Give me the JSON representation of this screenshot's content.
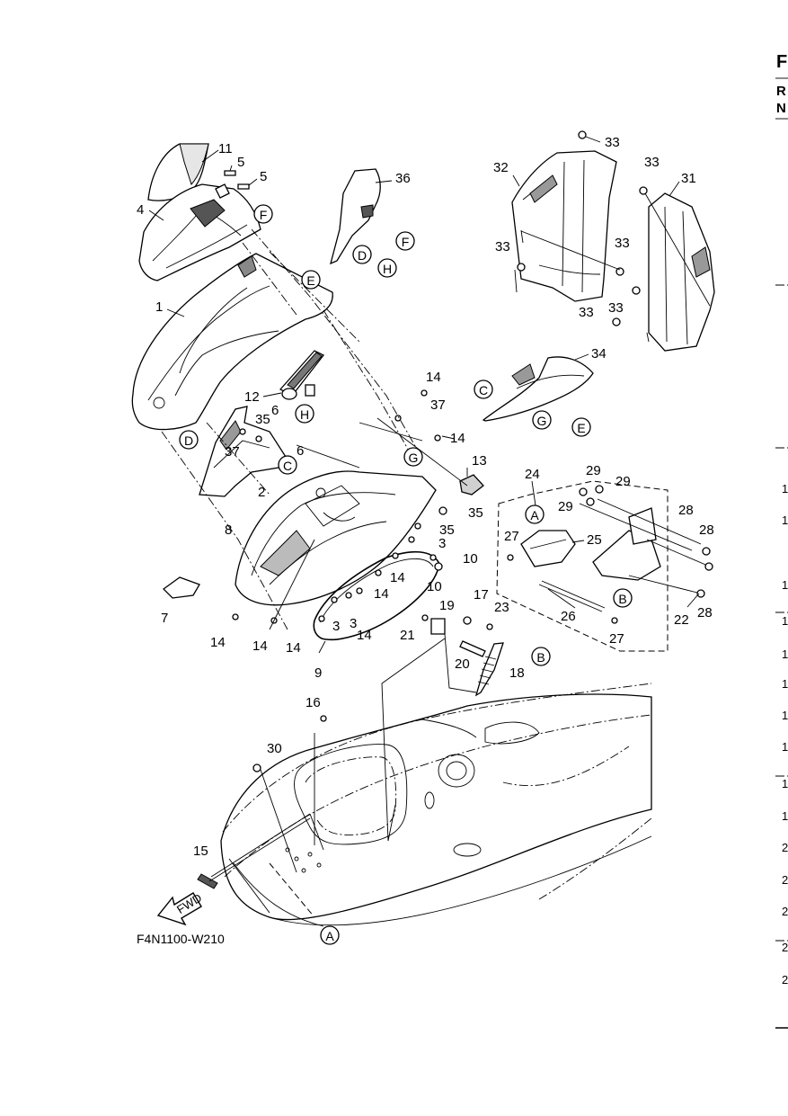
{
  "diagram": {
    "code": "F4N1100-W210",
    "fwd_label": "FWD",
    "labels": [
      {
        "id": "l11",
        "text": "11"
      },
      {
        "id": "l5a",
        "text": "5"
      },
      {
        "id": "l5b",
        "text": "5"
      },
      {
        "id": "l4",
        "text": "4"
      },
      {
        "id": "l36",
        "text": "36"
      },
      {
        "id": "l1",
        "text": "1"
      },
      {
        "id": "l12",
        "text": "12"
      },
      {
        "id": "l6a",
        "text": "6"
      },
      {
        "id": "l6b",
        "text": "6"
      },
      {
        "id": "l35a",
        "text": "35"
      },
      {
        "id": "l37a",
        "text": "37"
      },
      {
        "id": "l37b",
        "text": "37"
      },
      {
        "id": "l14a",
        "text": "14"
      },
      {
        "id": "l14b",
        "text": "14"
      },
      {
        "id": "l2",
        "text": "2"
      },
      {
        "id": "l8",
        "text": "8"
      },
      {
        "id": "l7",
        "text": "7"
      },
      {
        "id": "l14c",
        "text": "14"
      },
      {
        "id": "l14d",
        "text": "14"
      },
      {
        "id": "l14e",
        "text": "14"
      },
      {
        "id": "l14f",
        "text": "14"
      },
      {
        "id": "l14g",
        "text": "14"
      },
      {
        "id": "l14h",
        "text": "14"
      },
      {
        "id": "l3a",
        "text": "3"
      },
      {
        "id": "l3b",
        "text": "3"
      },
      {
        "id": "l3c",
        "text": "3"
      },
      {
        "id": "l9",
        "text": "9"
      },
      {
        "id": "l10a",
        "text": "10"
      },
      {
        "id": "l10b",
        "text": "10"
      },
      {
        "id": "l35b",
        "text": "35"
      },
      {
        "id": "l35c",
        "text": "35"
      },
      {
        "id": "l13",
        "text": "13"
      },
      {
        "id": "l34",
        "text": "34"
      },
      {
        "id": "l32",
        "text": "32"
      },
      {
        "id": "l31",
        "text": "31"
      },
      {
        "id": "l33a",
        "text": "33"
      },
      {
        "id": "l33b",
        "text": "33"
      },
      {
        "id": "l33c",
        "text": "33"
      },
      {
        "id": "l33d",
        "text": "33"
      },
      {
        "id": "l33e",
        "text": "33"
      },
      {
        "id": "l33f",
        "text": "33"
      },
      {
        "id": "l24",
        "text": "24"
      },
      {
        "id": "l29a",
        "text": "29"
      },
      {
        "id": "l29b",
        "text": "29"
      },
      {
        "id": "l29c",
        "text": "29"
      },
      {
        "id": "l28a",
        "text": "28"
      },
      {
        "id": "l28b",
        "text": "28"
      },
      {
        "id": "l28c",
        "text": "28"
      },
      {
        "id": "l27a",
        "text": "27"
      },
      {
        "id": "l27b",
        "text": "27"
      },
      {
        "id": "l25",
        "text": "25"
      },
      {
        "id": "l26",
        "text": "26"
      },
      {
        "id": "l22",
        "text": "22"
      },
      {
        "id": "l17",
        "text": "17"
      },
      {
        "id": "l19",
        "text": "19"
      },
      {
        "id": "l23",
        "text": "23"
      },
      {
        "id": "l21",
        "text": "21"
      },
      {
        "id": "l20",
        "text": "20"
      },
      {
        "id": "l18",
        "text": "18"
      },
      {
        "id": "l16",
        "text": "16"
      },
      {
        "id": "l30",
        "text": "30"
      },
      {
        "id": "l15",
        "text": "15"
      }
    ],
    "callouts": [
      {
        "id": "cF1",
        "text": "F"
      },
      {
        "id": "cD1",
        "text": "D"
      },
      {
        "id": "cH1",
        "text": "H"
      },
      {
        "id": "cF2",
        "text": "F"
      },
      {
        "id": "cE1",
        "text": "E"
      },
      {
        "id": "cH2",
        "text": "H"
      },
      {
        "id": "cD2",
        "text": "D"
      },
      {
        "id": "cC1",
        "text": "C"
      },
      {
        "id": "cG1",
        "text": "G"
      },
      {
        "id": "cC2",
        "text": "C"
      },
      {
        "id": "cG2",
        "text": "G"
      },
      {
        "id": "cE2",
        "text": "E"
      },
      {
        "id": "cA1",
        "text": "A"
      },
      {
        "id": "cB1",
        "text": "B"
      },
      {
        "id": "cB2",
        "text": "B"
      },
      {
        "id": "cA2",
        "text": "A"
      }
    ]
  },
  "right_edge": {
    "header": [
      "F",
      "R",
      "N"
    ],
    "numbers": [
      "1",
      "1",
      "1",
      "1",
      "1",
      "1",
      "1",
      "1",
      "1",
      "1",
      "2",
      "2",
      "2",
      "2",
      "2"
    ]
  }
}
